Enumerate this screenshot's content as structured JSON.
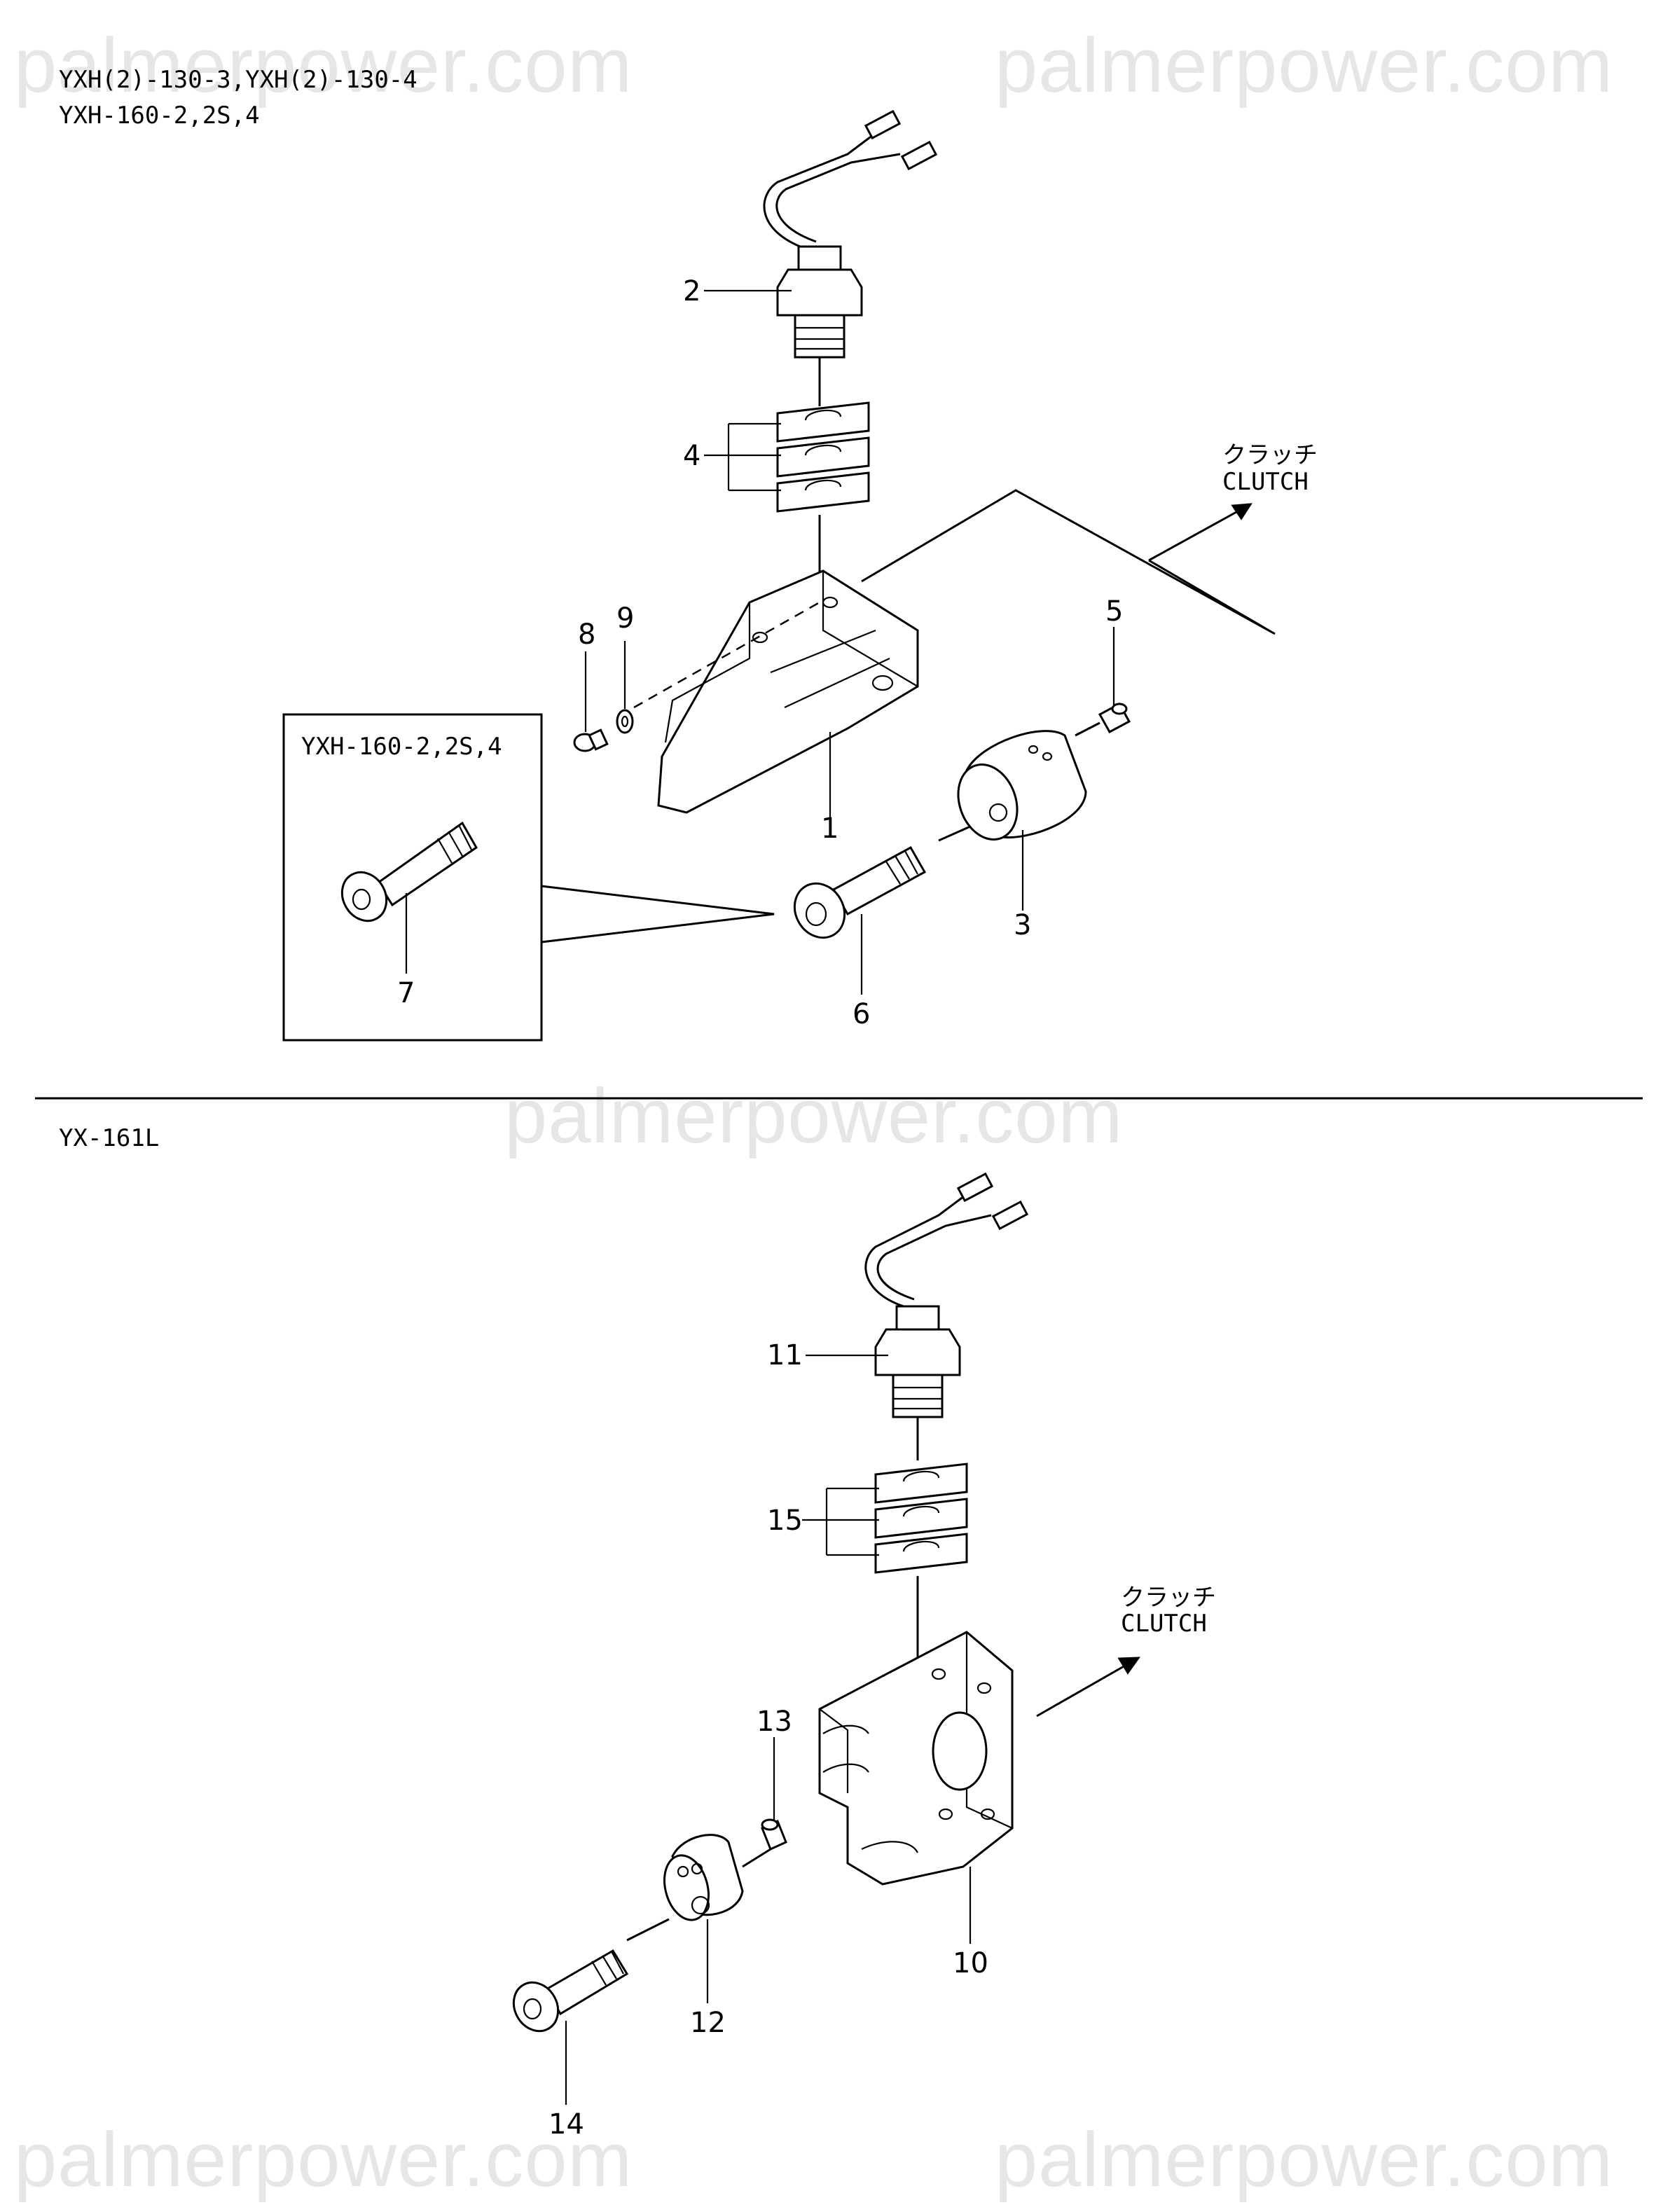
{
  "watermark": "palmerpower.com",
  "top_section": {
    "models_line1": "YXH(2)-130-3,YXH(2)-130-4",
    "models_line2": "YXH-160-2,2S,4",
    "inset_title": "YXH-160-2,2S,4",
    "direction_jp": "クラッチ",
    "direction_en": "CLUTCH",
    "callouts": [
      "1",
      "2",
      "3",
      "4",
      "5",
      "6",
      "7",
      "8",
      "9"
    ]
  },
  "bottom_section": {
    "model": "YX-161L",
    "direction_jp": "クラッチ",
    "direction_en": "CLUTCH",
    "callouts": [
      "10",
      "11",
      "12",
      "13",
      "14",
      "15"
    ]
  }
}
